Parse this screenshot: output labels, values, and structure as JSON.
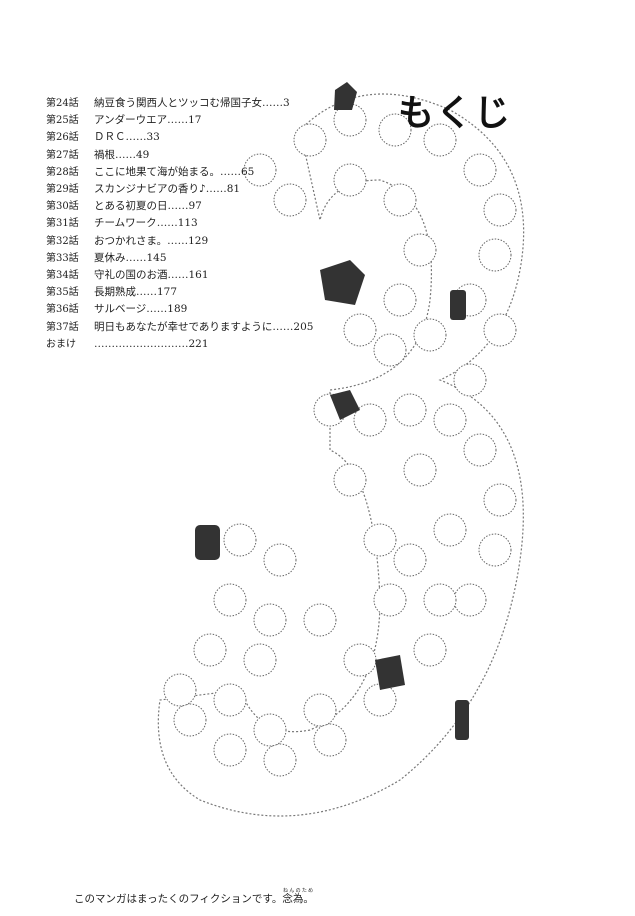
{
  "heading": "もくじ",
  "toc": [
    {
      "number": "第24話",
      "title": "納豆食う関西人とツッコむ帰国子女",
      "page": "3"
    },
    {
      "number": "第25話",
      "title": "アンダーウエア",
      "page": "17"
    },
    {
      "number": "第26話",
      "title": "ＤＲＣ",
      "page": "33"
    },
    {
      "number": "第27話",
      "title": "禍根",
      "page": "49"
    },
    {
      "number": "第28話",
      "title": "ここに地果て海が始まる。",
      "page": "65"
    },
    {
      "number": "第29話",
      "title": "スカンジナビアの香り♪",
      "page": "81"
    },
    {
      "number": "第30話",
      "title": "とある初夏の日",
      "page": "97"
    },
    {
      "number": "第31話",
      "title": "チームワーク",
      "page": "113"
    },
    {
      "number": "第32話",
      "title": "おつかれさま。",
      "page": "129"
    },
    {
      "number": "第33話",
      "title": "夏休み",
      "page": "145"
    },
    {
      "number": "第34話",
      "title": "守礼の国のお酒",
      "page": "161"
    },
    {
      "number": "第35話",
      "title": "長期熟成",
      "page": "177"
    },
    {
      "number": "第36話",
      "title": "サルベージ",
      "page": "189"
    },
    {
      "number": "第37話",
      "title": "明日もあなたが幸せでありますように",
      "page": "205"
    },
    {
      "number": "おまけ",
      "title": "",
      "page": "221"
    }
  ],
  "leader": "……",
  "leader_long": "………………………",
  "footer": {
    "text": "このマンガはまったくのフィクションです。",
    "ruby_base": "念為。",
    "ruby_reading": "ねんのため"
  }
}
